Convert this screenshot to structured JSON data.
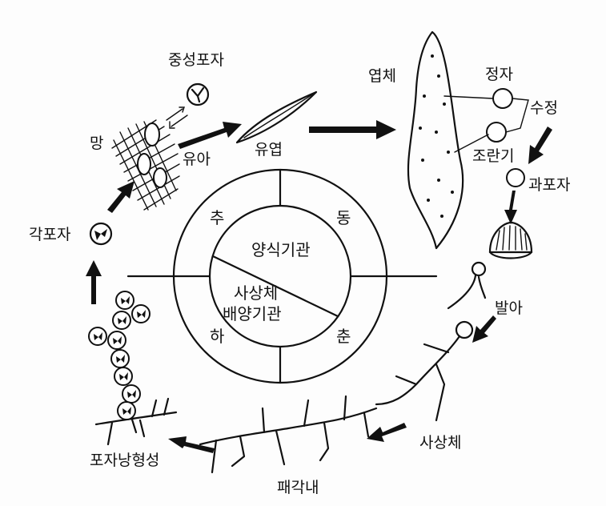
{
  "labels": {
    "neutral_spore": "중성포자",
    "net": "망",
    "juvenile": "유아",
    "young_leaf": "유엽",
    "thallus": "엽체",
    "spermatia": "정자",
    "fertilization": "수정",
    "carpogonium": "조란기",
    "carpospore": "과포자",
    "germination": "발아",
    "filament": "사상체",
    "shell": "패각내",
    "sporangium_formation": "포자낭형성",
    "conchospore": "각포자"
  },
  "wheel": {
    "autumn": "추",
    "winter": "동",
    "spring": "춘",
    "summer": "하",
    "culture_organ": "양식기관",
    "filament_line1": "사상체",
    "filament_line2": "배양기관"
  }
}
